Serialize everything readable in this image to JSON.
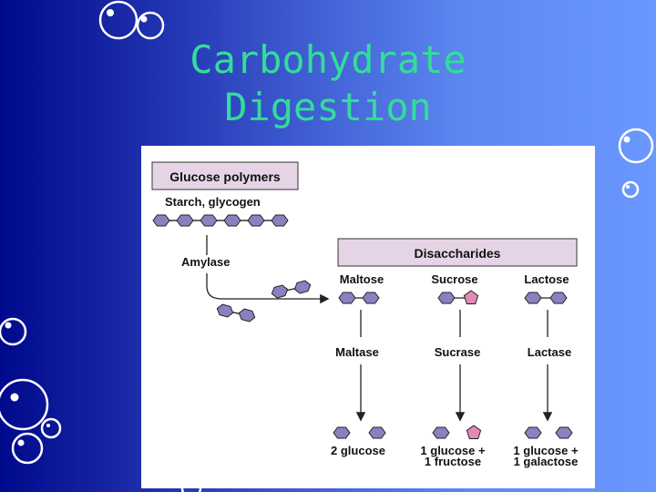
{
  "slide": {
    "title_line1": "Carbohydrate",
    "title_line2": "Digestion"
  },
  "diagram": {
    "polymer_box_label": "Glucose polymers",
    "polymer_examples": "Starch, glycogen",
    "enzyme_amylase": "Amylase",
    "disaccharide_box_label": "Disaccharides",
    "disaccharides": [
      {
        "name": "Maltose",
        "enzyme": "Maltase",
        "product_line1": "2 glucose",
        "product_line2": ""
      },
      {
        "name": "Sucrose",
        "enzyme": "Sucrase",
        "product_line1": "1 glucose +",
        "product_line2": "1 fructose"
      },
      {
        "name": "Lactose",
        "enzyme": "Lactase",
        "product_line1": "1 glucose +",
        "product_line2": "1 galactose"
      }
    ],
    "colors": {
      "glucose": "#8d80c0",
      "fructose": "#e48ab6",
      "box_fill": "#e5d4e6",
      "box_stroke": "#333333"
    }
  }
}
